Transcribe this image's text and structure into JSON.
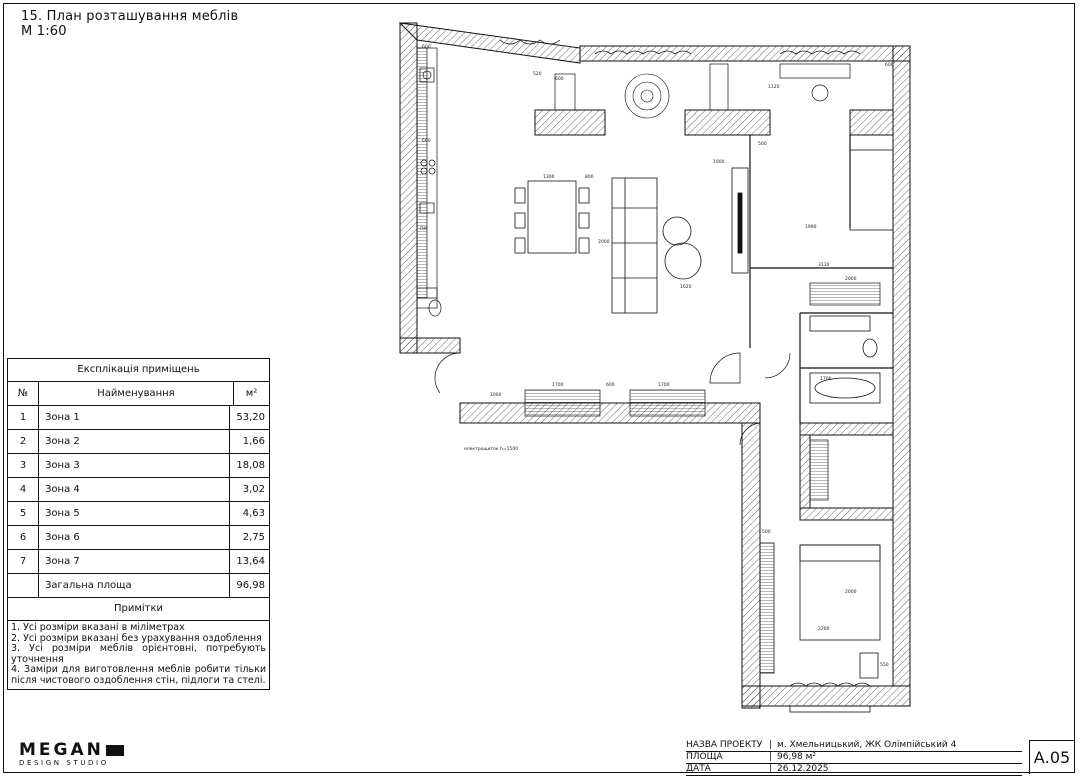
{
  "header": {
    "title_line1": "15. План розташування меблів",
    "title_line2": "М 1:60"
  },
  "explication": {
    "title": "Експлікація приміщень",
    "col_num": "№",
    "col_name": "Найменування",
    "col_area": "м²",
    "rows": [
      {
        "num": "1",
        "name": "Зона 1",
        "area": "53,20"
      },
      {
        "num": "2",
        "name": "Зона 2",
        "area": "1,66"
      },
      {
        "num": "3",
        "name": "Зона 3",
        "area": "18,08"
      },
      {
        "num": "4",
        "name": "Зона 4",
        "area": "3,02"
      },
      {
        "num": "5",
        "name": "Зона 5",
        "area": "4,63"
      },
      {
        "num": "6",
        "name": "Зона 6",
        "area": "2,75"
      },
      {
        "num": "7",
        "name": "Зона 7",
        "area": "13,64"
      }
    ],
    "total_label": "Загальна площа",
    "total_area": "96,98"
  },
  "notes": {
    "title": "Примітки",
    "items": [
      "1. Усі розміри вказані в міліметрах",
      "2. Усі розміри вказані без урахування оздоблення",
      "3. Усі розміри меблів орієнтовні, потребують уточнення",
      "4. Заміри для виготовлення меблів робити тільки після чистового оздоблення стін, підлоги та стелі."
    ]
  },
  "logo": {
    "brand": "MEGAN",
    "sub": "DESIGN STUDIO"
  },
  "title_block": {
    "project_label": "НАЗВА ПРОЕКТУ",
    "project_value": "м. Хмельницький, ЖК Олімпійський 4",
    "area_label": "ПЛОЩА",
    "area_value": "96,98 м²",
    "date_label": "ДАТА",
    "date_value": "26.12.2025",
    "sheet": "А.05"
  },
  "plan_labels": {
    "d600a": "600",
    "d520": "520",
    "d600b": "600",
    "d600c": "600",
    "d1120": "1120",
    "d600d": "600",
    "d500a": "500",
    "d1000": "1000",
    "d1300": "1300",
    "d800": "800",
    "d2000a": "2000",
    "d1620": "1620",
    "d1990": "1990",
    "d3130": "3130",
    "d2000b": "2000",
    "d1000b": "1000",
    "d1700a": "1700",
    "d600e": "600",
    "d1700b": "1700",
    "d1700c": "1700",
    "d2000c": "2000",
    "d2200": "2200",
    "d550": "550",
    "d500b": "500",
    "note": "електрощиток h=1500",
    "pm": "ПМ"
  },
  "colors": {
    "line": "#111111",
    "hatch": "#444444"
  }
}
